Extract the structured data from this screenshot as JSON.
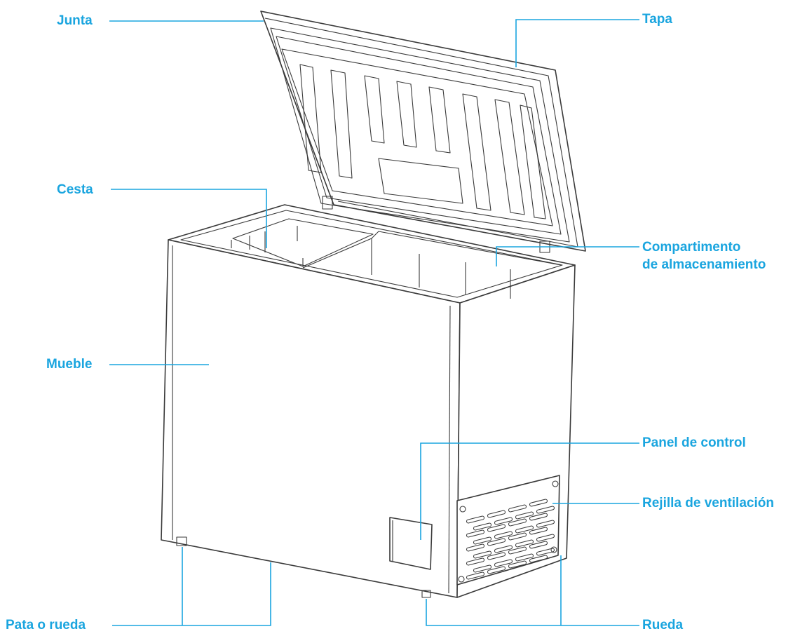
{
  "diagram": {
    "line_color": "#3a3a3a",
    "label_color": "#1aa5df",
    "labels": {
      "junta": "Junta",
      "tapa": "Tapa",
      "cesta": "Cesta",
      "compartimento_line1": "Compartimento",
      "compartimento_line2": "de almacenamiento",
      "mueble": "Mueble",
      "panel": "Panel de control",
      "rejilla": "Rejilla de ventilación",
      "pata": "Pata o rueda",
      "rueda": "Rueda"
    }
  }
}
